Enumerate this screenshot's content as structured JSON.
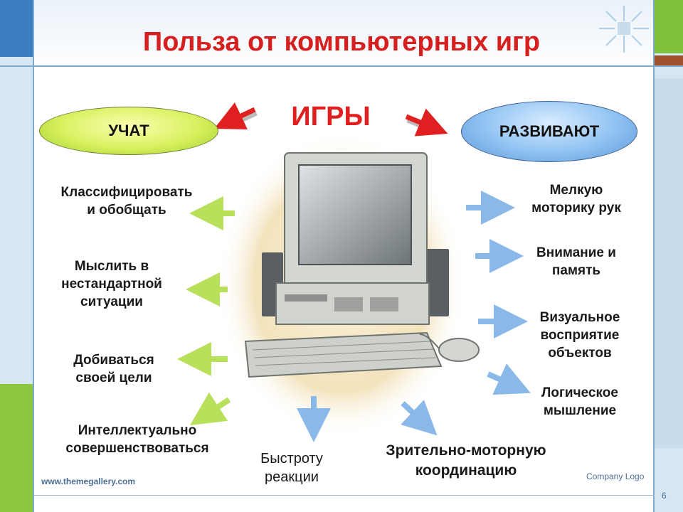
{
  "slide": {
    "title": "Польза от компьютерных игр",
    "center_word": "ИГРЫ",
    "page_number": "6"
  },
  "left": {
    "heading": "УЧАТ",
    "items": [
      "Классифицировать\nи обобщать",
      "Мыслить в\nнестандартной\nситуации",
      "Добиваться\nсвоей цели",
      "Интеллектуально\nсовершенствоваться"
    ]
  },
  "right": {
    "heading": "РАЗВИВАЮТ",
    "items": [
      "Мелкую\nмоторику рук",
      "Внимание и\nпамять",
      "Визуальное\nвосприятие\nобъектов",
      "Логическое\nмышление"
    ]
  },
  "bottom": {
    "items": [
      "Быстроту\nреакции",
      "Зрительно-моторную\nкоординацию"
    ]
  },
  "footer": {
    "url": "www.themegallery.com",
    "company_logo": "Company  Logo"
  },
  "colors": {
    "title": "#d62020",
    "left_heading_fill": "#d9f05f",
    "right_heading_fill": "#8fc2f2",
    "left_arrows": "#b9e05a",
    "right_arrows": "#8ab8e8",
    "center_arrows": "#e02020"
  }
}
